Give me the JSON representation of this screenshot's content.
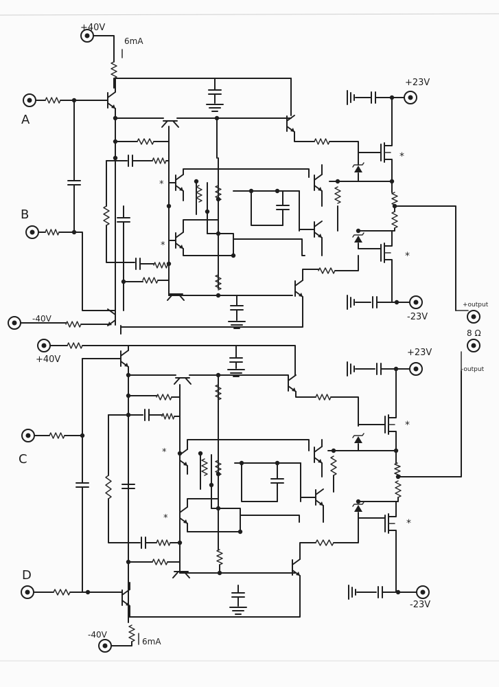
{
  "labels": {
    "top_supply_pos": "+40V",
    "top_current": "6mA",
    "input_a": "A",
    "input_b": "B",
    "top_supply_neg": "-40V",
    "out_top_pos": "+23V",
    "out_top_neg": "-23V",
    "output_pos": "+output",
    "load": "8 Ω",
    "output_neg": "-output",
    "bottom_supply_pos": "+40V",
    "out_bot_pos": "+23V",
    "out_bot_neg": "-23V",
    "input_c": "C",
    "input_d": "D",
    "bottom_supply_neg": "-40V",
    "bottom_current": "6mA",
    "marker": "*"
  },
  "colors": {
    "ink": "#1e1e1e",
    "paper": "#fbfbfb"
  }
}
